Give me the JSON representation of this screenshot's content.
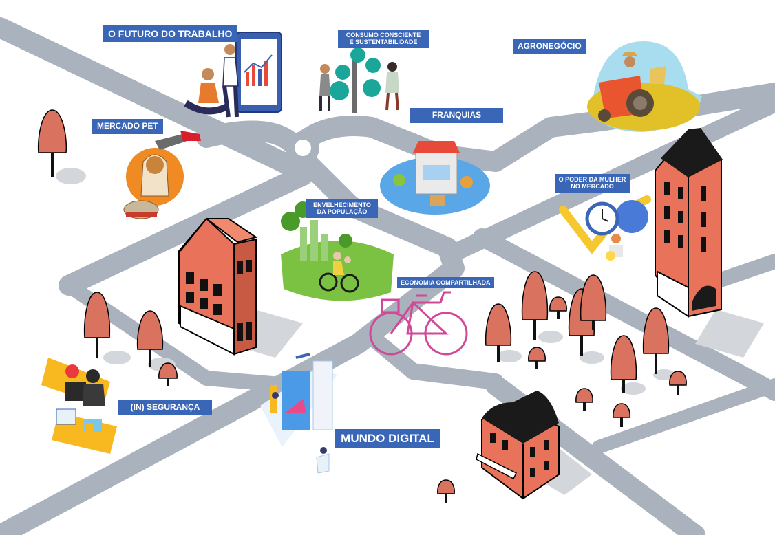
{
  "topics": {
    "futuro_trabalho": "O FUTURO DO TRABALHO",
    "consumo": "CONSUMO CONSCIENTE\nE SUSTENTABILIDADE",
    "agronegocio": "AGRONEGÓCIO",
    "mercado_pet": "MERCADO PET",
    "franquias": "FRANQUIAS",
    "envelhecimento": "ENVELHECIMENTO\nDA POPULAÇÃO",
    "poder_mulher": "O PODER DA MULHER\nNO MERCADO",
    "economia": "ECONOMIA COMPARTILHADA",
    "seguranca": "(IN) SEGURANÇA",
    "mundo_digital": "MUNDO DIGITAL"
  },
  "colors": {
    "road": "#a9b2bd",
    "label_bg": "#3a66b8",
    "tree": "#d9735f",
    "building": "#e8735a",
    "roof": "#1a1a1a",
    "grass": "#7cc242",
    "accent_yellow": "#fbbf24",
    "accent_pink": "#d04896"
  }
}
